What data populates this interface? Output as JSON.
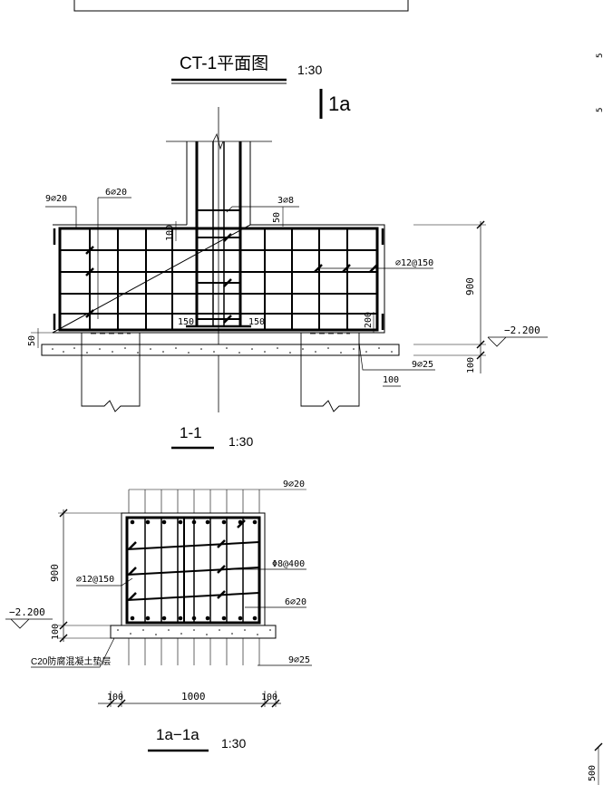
{
  "plan_view": {
    "title": "CT-1平面图",
    "scale": "1:30",
    "section_mark": "1a"
  },
  "section_1_1": {
    "title": "1-1",
    "scale": "1:30",
    "labels": {
      "top_bars": "9⌀20",
      "side_bars": "6⌀20",
      "stirrup_col": "3⌀8",
      "spacing_50": "50",
      "spacing_100_top": "100",
      "distribution": "⌀12@150",
      "height_900": "900",
      "lap_left": "150",
      "lap_right": "150",
      "bottom_200": "200",
      "cushion_50": "50",
      "elevation": "−2.200",
      "pad_100": "100",
      "bottom_bars": "9⌀25",
      "cover_100": "100"
    }
  },
  "section_1a_1a": {
    "title": "1a−1a",
    "scale": "1:30",
    "labels": {
      "top_bars": "9⌀20",
      "distribution": "⌀12@150",
      "height_900": "900",
      "stirrups": "Φ8@400",
      "side_bars": "6⌀20",
      "elevation": "−2.200",
      "pad_100": "100",
      "cushion": "C20防腐混凝土垫层",
      "bottom_bars": "9⌀25",
      "cover_left": "100",
      "width_1000": "1000",
      "cover_right": "100"
    }
  },
  "edge_marks": {
    "right_top_1": "5",
    "right_top_2": "5",
    "right_bottom": "500"
  }
}
